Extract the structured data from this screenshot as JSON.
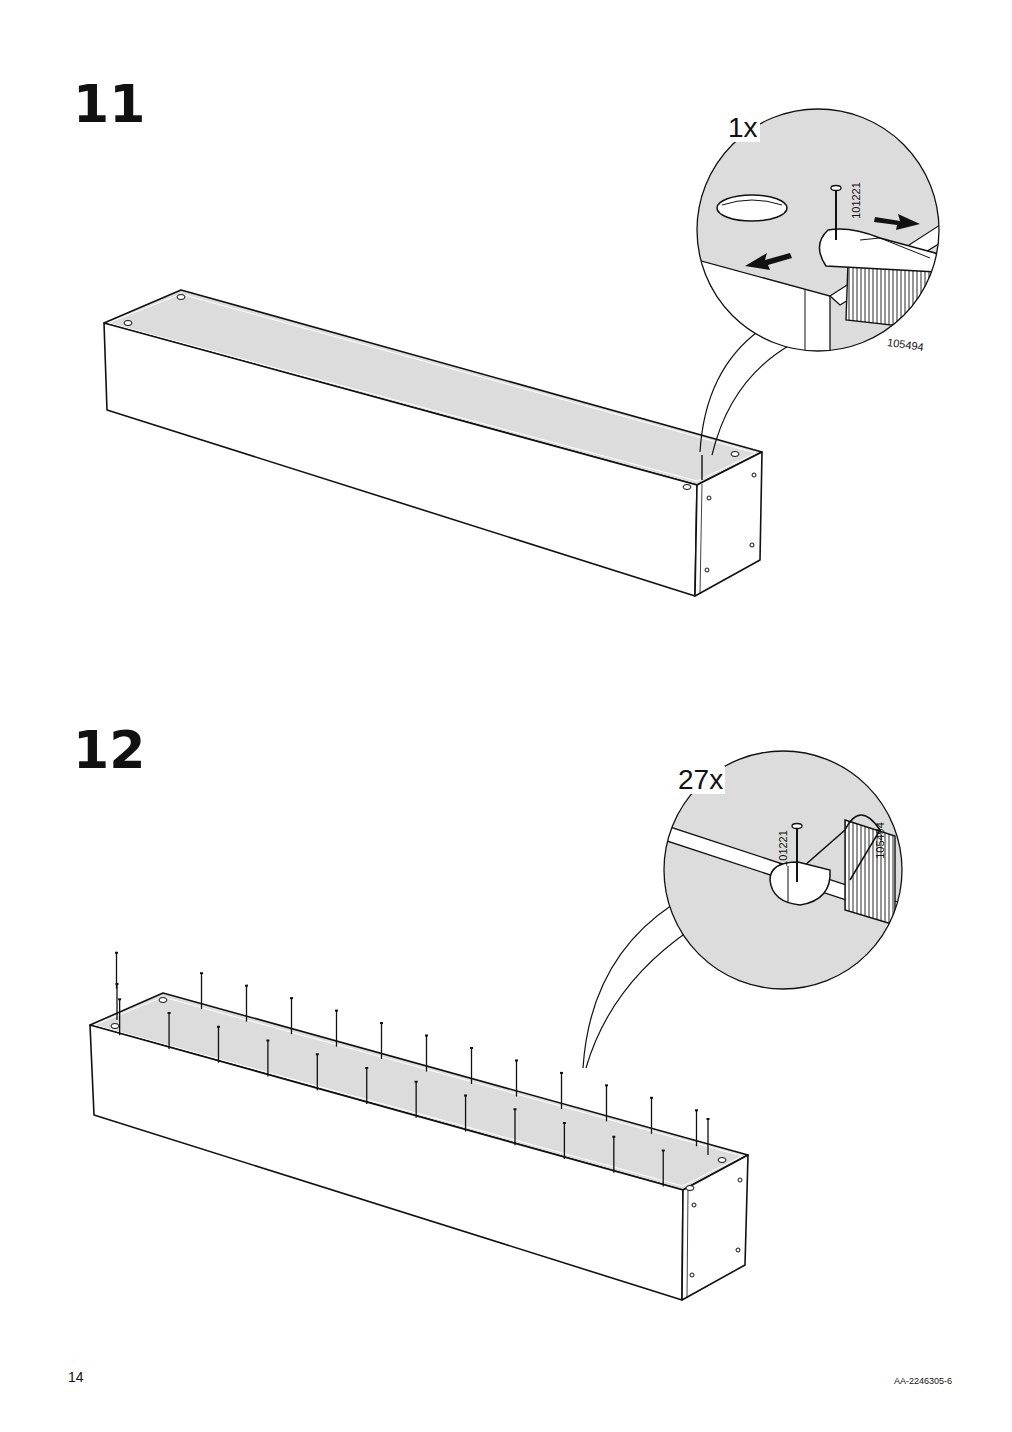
{
  "diagram": {
    "labels": [
      "11",
      "1x",
      "101221",
      "105494",
      "12",
      "27x",
      "101221",
      "105494",
      "14",
      "AA-2246305-6"
    ]
  }
}
